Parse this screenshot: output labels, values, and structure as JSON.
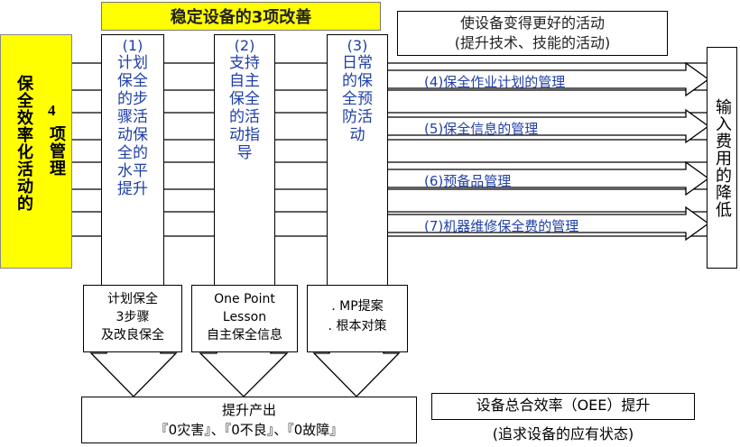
{
  "top_banner": "稳定设备的3项改善",
  "left_panel": {
    "title": "保全效率化活动的",
    "number": "4",
    "subtitle": "项管理"
  },
  "top_right_box": {
    "line1": "使设备变得更好的活动",
    "line2": "(提升技术、技能的活动)"
  },
  "columns": [
    {
      "number": "(1)",
      "text": "计划保全的步骤活动保全的水平提升",
      "bottom": [
        "计划保全",
        "3步骤",
        "及改良保全"
      ]
    },
    {
      "number": "(2)",
      "text": "支持自主保全的活动指导",
      "bottom": [
        "One Point",
        "Lesson",
        "自主保全信息"
      ]
    },
    {
      "number": "(3)",
      "text": "日常的保全预防活动",
      "bottom": [
        ". MP提案",
        ". 根本对策"
      ]
    }
  ],
  "arrows": [
    "(4)保全作业计划的管理",
    "(5)保全信息的管理",
    "(6)预备品管理",
    "(7)机器维修保全费的管理"
  ],
  "right_box": "输入费用的降低",
  "bottom_box": {
    "line1": "提升产出",
    "line2": "『0灾害』、『0不良』、『0故障』"
  },
  "oee_box": {
    "line1": "设备总合效率（OEE）提升",
    "line2": "(追求设备的应有状态)"
  }
}
